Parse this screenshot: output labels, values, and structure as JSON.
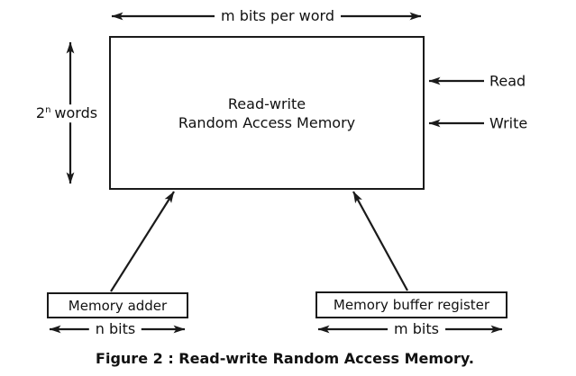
{
  "diagram": {
    "ram_box": {
      "line1": "Read-write",
      "line2": "Random Access Memory"
    },
    "labels": {
      "top_width": "m bits per word",
      "words": {
        "base": "2",
        "exponent": "n",
        "suffix": "words"
      },
      "read": "Read",
      "write": "Write"
    },
    "memory_adder": {
      "label": "Memory adder",
      "width_label": "n bits"
    },
    "memory_buffer": {
      "label": "Memory buffer register",
      "width_label": "m bits"
    },
    "caption": "Figure 2 : Read-write Random Access Memory.",
    "colors": {
      "line": "#1a1a1a",
      "text": "#111111",
      "background": "#ffffff"
    }
  }
}
